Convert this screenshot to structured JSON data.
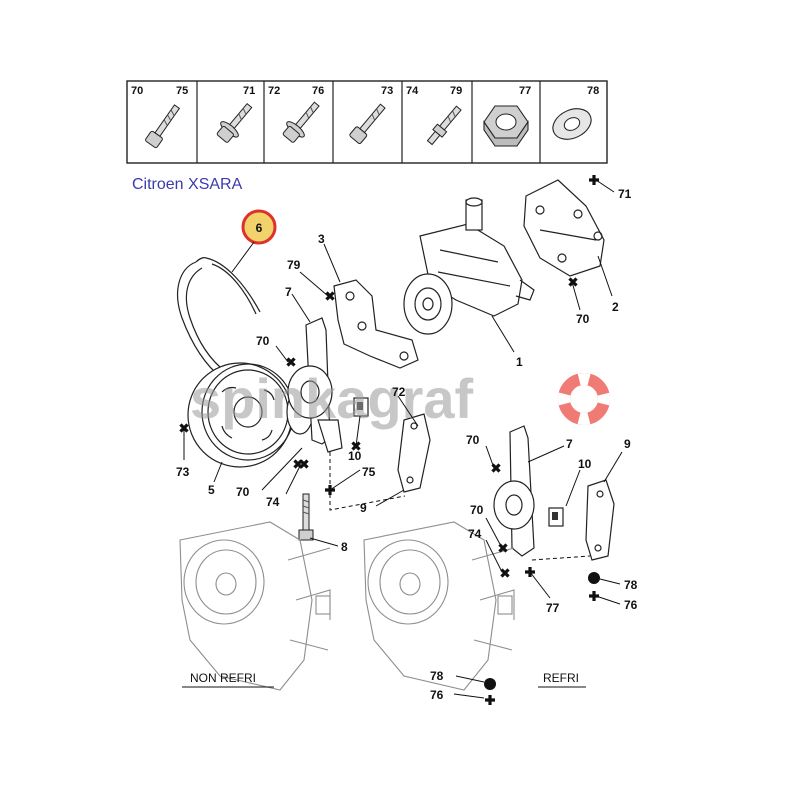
{
  "header_boxes": [
    {
      "left": "70",
      "right": "75",
      "icon": "bolt-icon"
    },
    {
      "left": "",
      "right": "71",
      "icon": "flange-bolt-icon"
    },
    {
      "left": "72",
      "right": "76",
      "icon": "flange-bolt-icon"
    },
    {
      "left": "",
      "right": "73",
      "icon": "bolt-icon"
    },
    {
      "left": "74",
      "right": "79",
      "icon": "stud-bolt-icon"
    },
    {
      "left": "",
      "right": "77",
      "icon": "hex-nut-icon"
    },
    {
      "left": "",
      "right": "78",
      "icon": "washer-icon"
    }
  ],
  "caption": "Citroen XSARA",
  "watermark": "spinkagraf",
  "highlight_part": "6",
  "sections": {
    "left": "NON REFRI",
    "right": "REFRI"
  },
  "callouts": [
    {
      "id": "c71",
      "text": "71"
    },
    {
      "id": "c3",
      "text": "3"
    },
    {
      "id": "c79",
      "text": "79"
    },
    {
      "id": "c7a",
      "text": "7"
    },
    {
      "id": "c2",
      "text": "2"
    },
    {
      "id": "c70a",
      "text": "70"
    },
    {
      "id": "c70b",
      "text": "70"
    },
    {
      "id": "c1",
      "text": "1"
    },
    {
      "id": "c72",
      "text": "72"
    },
    {
      "id": "c73",
      "text": "73"
    },
    {
      "id": "c5",
      "text": "5"
    },
    {
      "id": "c10a",
      "text": "10"
    },
    {
      "id": "c75",
      "text": "75"
    },
    {
      "id": "c70c",
      "text": "70"
    },
    {
      "id": "c74a",
      "text": "74"
    },
    {
      "id": "c9a",
      "text": "9"
    },
    {
      "id": "c8",
      "text": "8"
    },
    {
      "id": "c70d",
      "text": "70"
    },
    {
      "id": "c7b",
      "text": "7"
    },
    {
      "id": "c9b",
      "text": "9"
    },
    {
      "id": "c10b",
      "text": "10"
    },
    {
      "id": "c70e",
      "text": "70"
    },
    {
      "id": "c74b",
      "text": "74"
    },
    {
      "id": "c77",
      "text": "77"
    },
    {
      "id": "c78a",
      "text": "78"
    },
    {
      "id": "c76a",
      "text": "76"
    },
    {
      "id": "c78b",
      "text": "78"
    },
    {
      "id": "c76b",
      "text": "76"
    }
  ],
  "colors": {
    "caption": "#3b3bb0",
    "highlight_ring": "#e0302a",
    "highlight_fill": "#f2d36b",
    "watermark_ring": "#f07b74"
  }
}
